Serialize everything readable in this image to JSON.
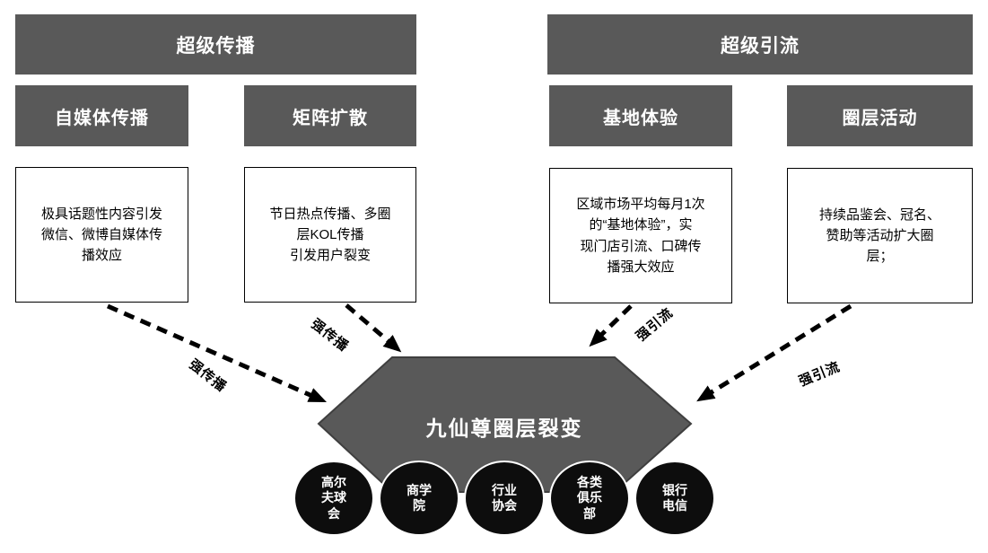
{
  "slide": {
    "sections": [
      {
        "title": "超级传播",
        "columns": [
          {
            "header": "自媒体传播",
            "body": "极具话题性内容引发\n微信、微博自媒体传\n播效应",
            "arrow_label": "强传播"
          },
          {
            "header": "矩阵扩散",
            "body": "节日热点传播、多圈\n层KOL传播\n引发用户裂变",
            "arrow_label": "强传播"
          }
        ]
      },
      {
        "title": "超级引流",
        "columns": [
          {
            "header": "基地体验",
            "body": "区域市场平均每月1次\n的“基地体验”，实\n现门店引流、口碑传\n播强大效应",
            "arrow_label": "强引流"
          },
          {
            "header": "圈层活动",
            "body": "持续品鉴会、冠名、\n赞助等活动扩大圈\n层；",
            "arrow_label": "强引流"
          }
        ]
      }
    ],
    "hexagon_label": "九仙尊圈层裂变",
    "channels": [
      {
        "label": "高尔\n夫球\n会"
      },
      {
        "label": "商学\n院"
      },
      {
        "label": "行业\n协会"
      },
      {
        "label": "各类\n俱乐\n部"
      },
      {
        "label": "银行\n电信"
      }
    ],
    "colors": {
      "header_bg": "#595959",
      "header_text": "#ffffff",
      "hexagon_fill": "#595959",
      "hexagon_stroke": "#3f3f3f",
      "ellipse_fill": "#0d0d0d",
      "ellipse_outline": "#ffffff",
      "box_border": "#000000",
      "arrow": "#000000",
      "body_text": "#000000"
    }
  }
}
